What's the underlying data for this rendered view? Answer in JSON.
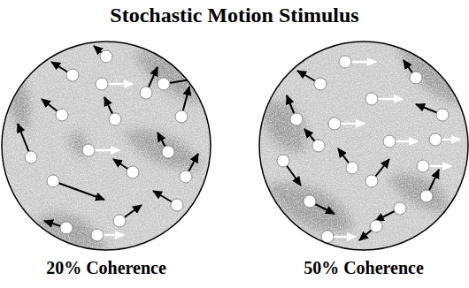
{
  "diagram": {
    "title": "Stochastic Motion Stimulus",
    "nodes": [
      {
        "text": [
          "20% Coherence"
        ]
      },
      {
        "text": [
          "50% Coherence"
        ]
      }
    ]
  }
}
